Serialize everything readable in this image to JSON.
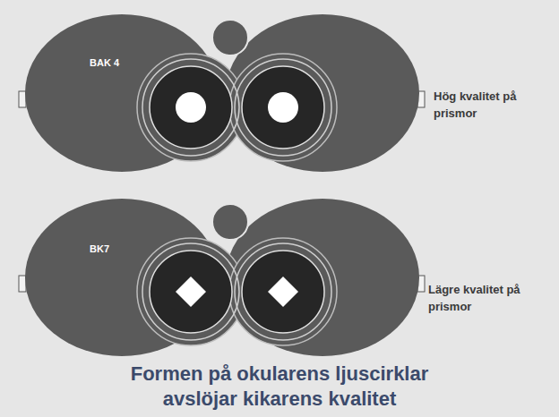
{
  "diagram": {
    "caption": "Formen på okularens ljuscirklar avslöjar kikarens kvalitet",
    "nodes": [
      {
        "text": [
          "BAK 4"
        ]
      },
      {
        "text": [
          "BK7"
        ]
      }
    ],
    "labels": [
      "Hög kvalitet på prismor",
      "Lägre kvalitet på prismor"
    ]
  }
}
